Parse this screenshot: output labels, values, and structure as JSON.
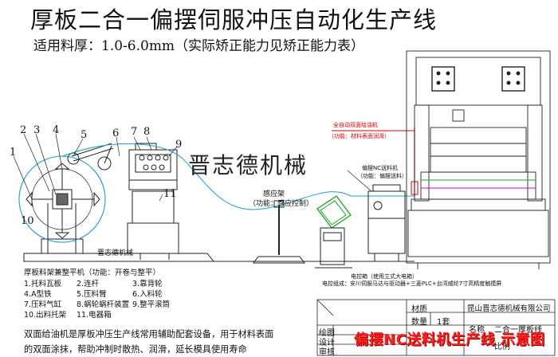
{
  "title": "厚板二合一偏摆伺服冲压自动化生产线",
  "subtitle": "适用料厚：1.0-6.0mm（实际矫正能力见矫正能力表）",
  "brand_center": "晋志德机械",
  "brand_base": "晋志德机械",
  "callout_numbers": [
    "1",
    "2",
    "3",
    "4",
    "5",
    "6",
    "7",
    "8",
    "9",
    "10",
    "11"
  ],
  "uncoiler_caption": "厚板料架兼整平机（功能：开卷与整平）",
  "parts_list": [
    "1.托料瓦板",
    "2.连杆",
    "3.靠背轮",
    "4.A型铁",
    "5.压料臂",
    "6.入料轮",
    "7.压料气缸",
    "8.蜗轮蜗杆装置",
    "9.整平滚筒",
    "10.出料托架",
    "11.电器箱"
  ],
  "sensor_rack": {
    "title": "感应架",
    "function": "（功能：感应控制）"
  },
  "oiler": {
    "title": "全自动双面给油机",
    "function": "（功能：材料表面润滑）"
  },
  "nc_feeder": {
    "title": "偏摆NC送料机",
    "function": "（功能：偏摆送料）"
  },
  "control_box": {
    "title": "电控箱（使用立式大电箱）",
    "composition": "电控组成：安川伺服马达与驱动器+三菱PLC+台湾威纶7寸高精度触摸屏"
  },
  "footer_note": [
    "双面给油机是厚板冲压生产线常用辅助配套设备，用于材料表面",
    "的双面涂抹，帮助冲制时散热、润滑，延长模具使用寿命"
  ],
  "title_block": {
    "material_label": "材质",
    "quantity_label": "数量",
    "quantity_value": "1套",
    "company": "昆山晋志德机械有限公司",
    "name_label": "名称",
    "name_value": "二合一厚板线",
    "rows_left": [
      "绘图",
      "设计",
      "审核"
    ],
    "scale_label": "比例"
  },
  "banner": "偏摆NC送料机生产线 示意图",
  "colors": {
    "red": "#e00000",
    "cyan": "#00b4d8",
    "green": "#1aa31a",
    "magenta": "#d000d0",
    "banner": "#ff1f1f"
  },
  "icons": [
    "coil-icon",
    "press-icon",
    "control-box-icon",
    "sensor-icon",
    "feeder-icon",
    "oiler-icon"
  ]
}
